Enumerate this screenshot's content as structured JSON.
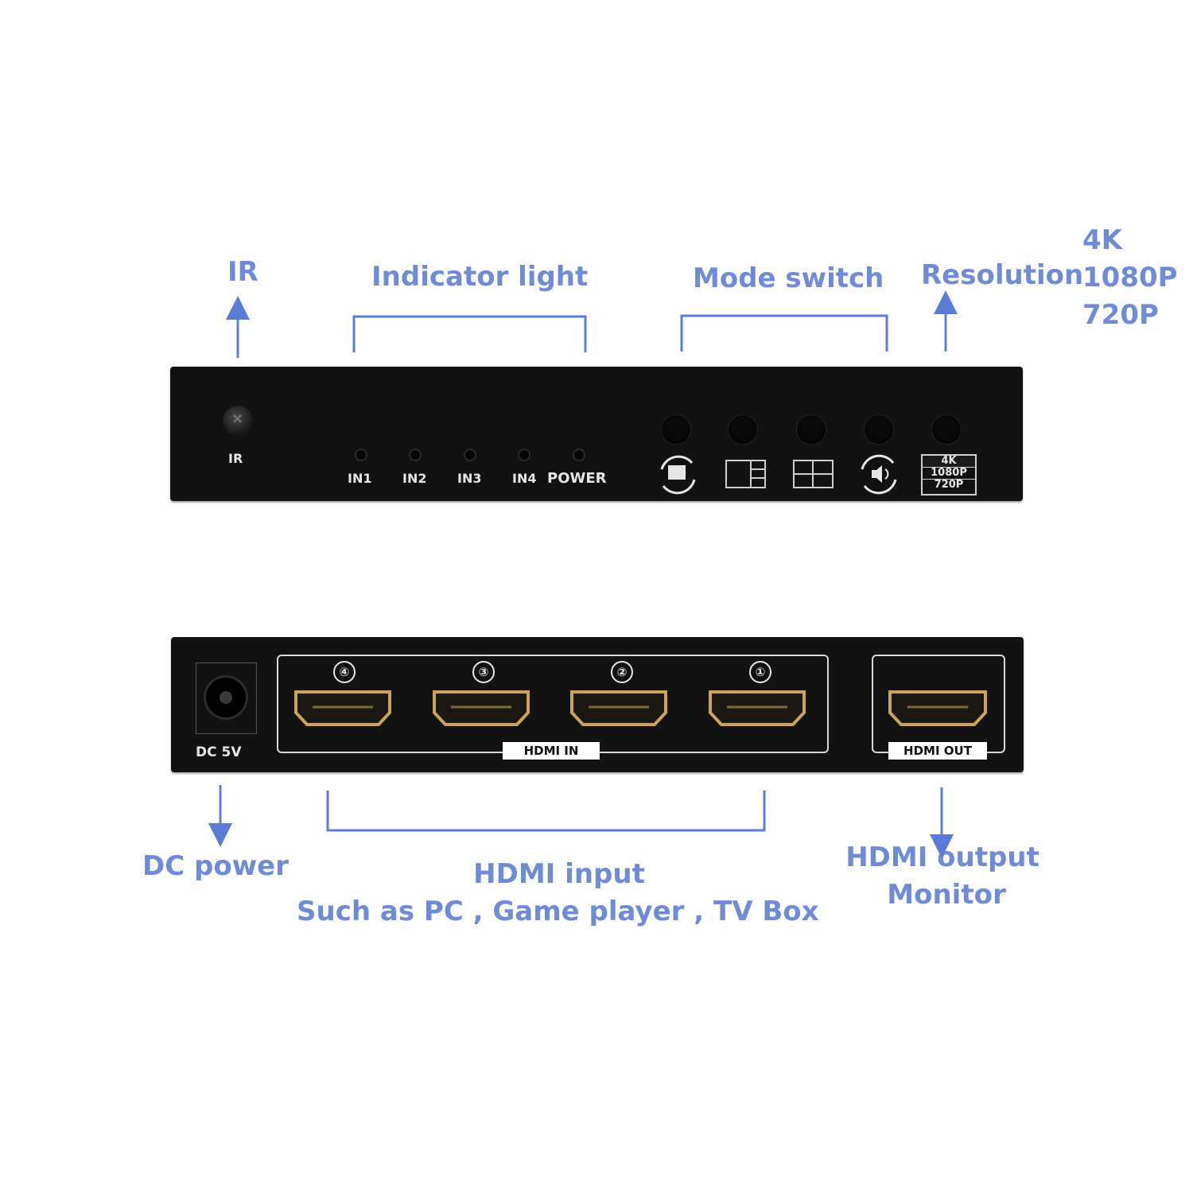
{
  "callouts": {
    "ir": "IR",
    "indicator_light": "Indicator light",
    "mode_switch": "Mode switch",
    "resolution": "Resolution",
    "resolution_options": [
      "4K",
      "1080P",
      "720P"
    ],
    "dc_power": "DC power",
    "hdmi_input": "HDMI input",
    "hdmi_input_sub": "Such as PC , Game player , TV Box",
    "hdmi_output": "HDMI output",
    "monitor": "Monitor"
  },
  "front_panel": {
    "ir_label": "IR",
    "indicators": [
      "IN1",
      "IN2",
      "IN3",
      "IN4",
      "POWER"
    ],
    "mode_buttons": [
      "rotate-screen-icon",
      "pip-layout-icon",
      "quad-layout-icon",
      "audio-switch-icon"
    ],
    "resolution_box": [
      "4K",
      "1080P",
      "720P"
    ]
  },
  "back_panel": {
    "dc_label": "DC 5V",
    "input_numbers": [
      "④",
      "③",
      "②",
      "①"
    ],
    "hdmi_in_label": "HDMI IN",
    "hdmi_out_label": "HDMI OUT"
  },
  "colors": {
    "callout": "#6f8bd6",
    "panel": "#121212",
    "hdmi_gold": "#c9a45a"
  }
}
